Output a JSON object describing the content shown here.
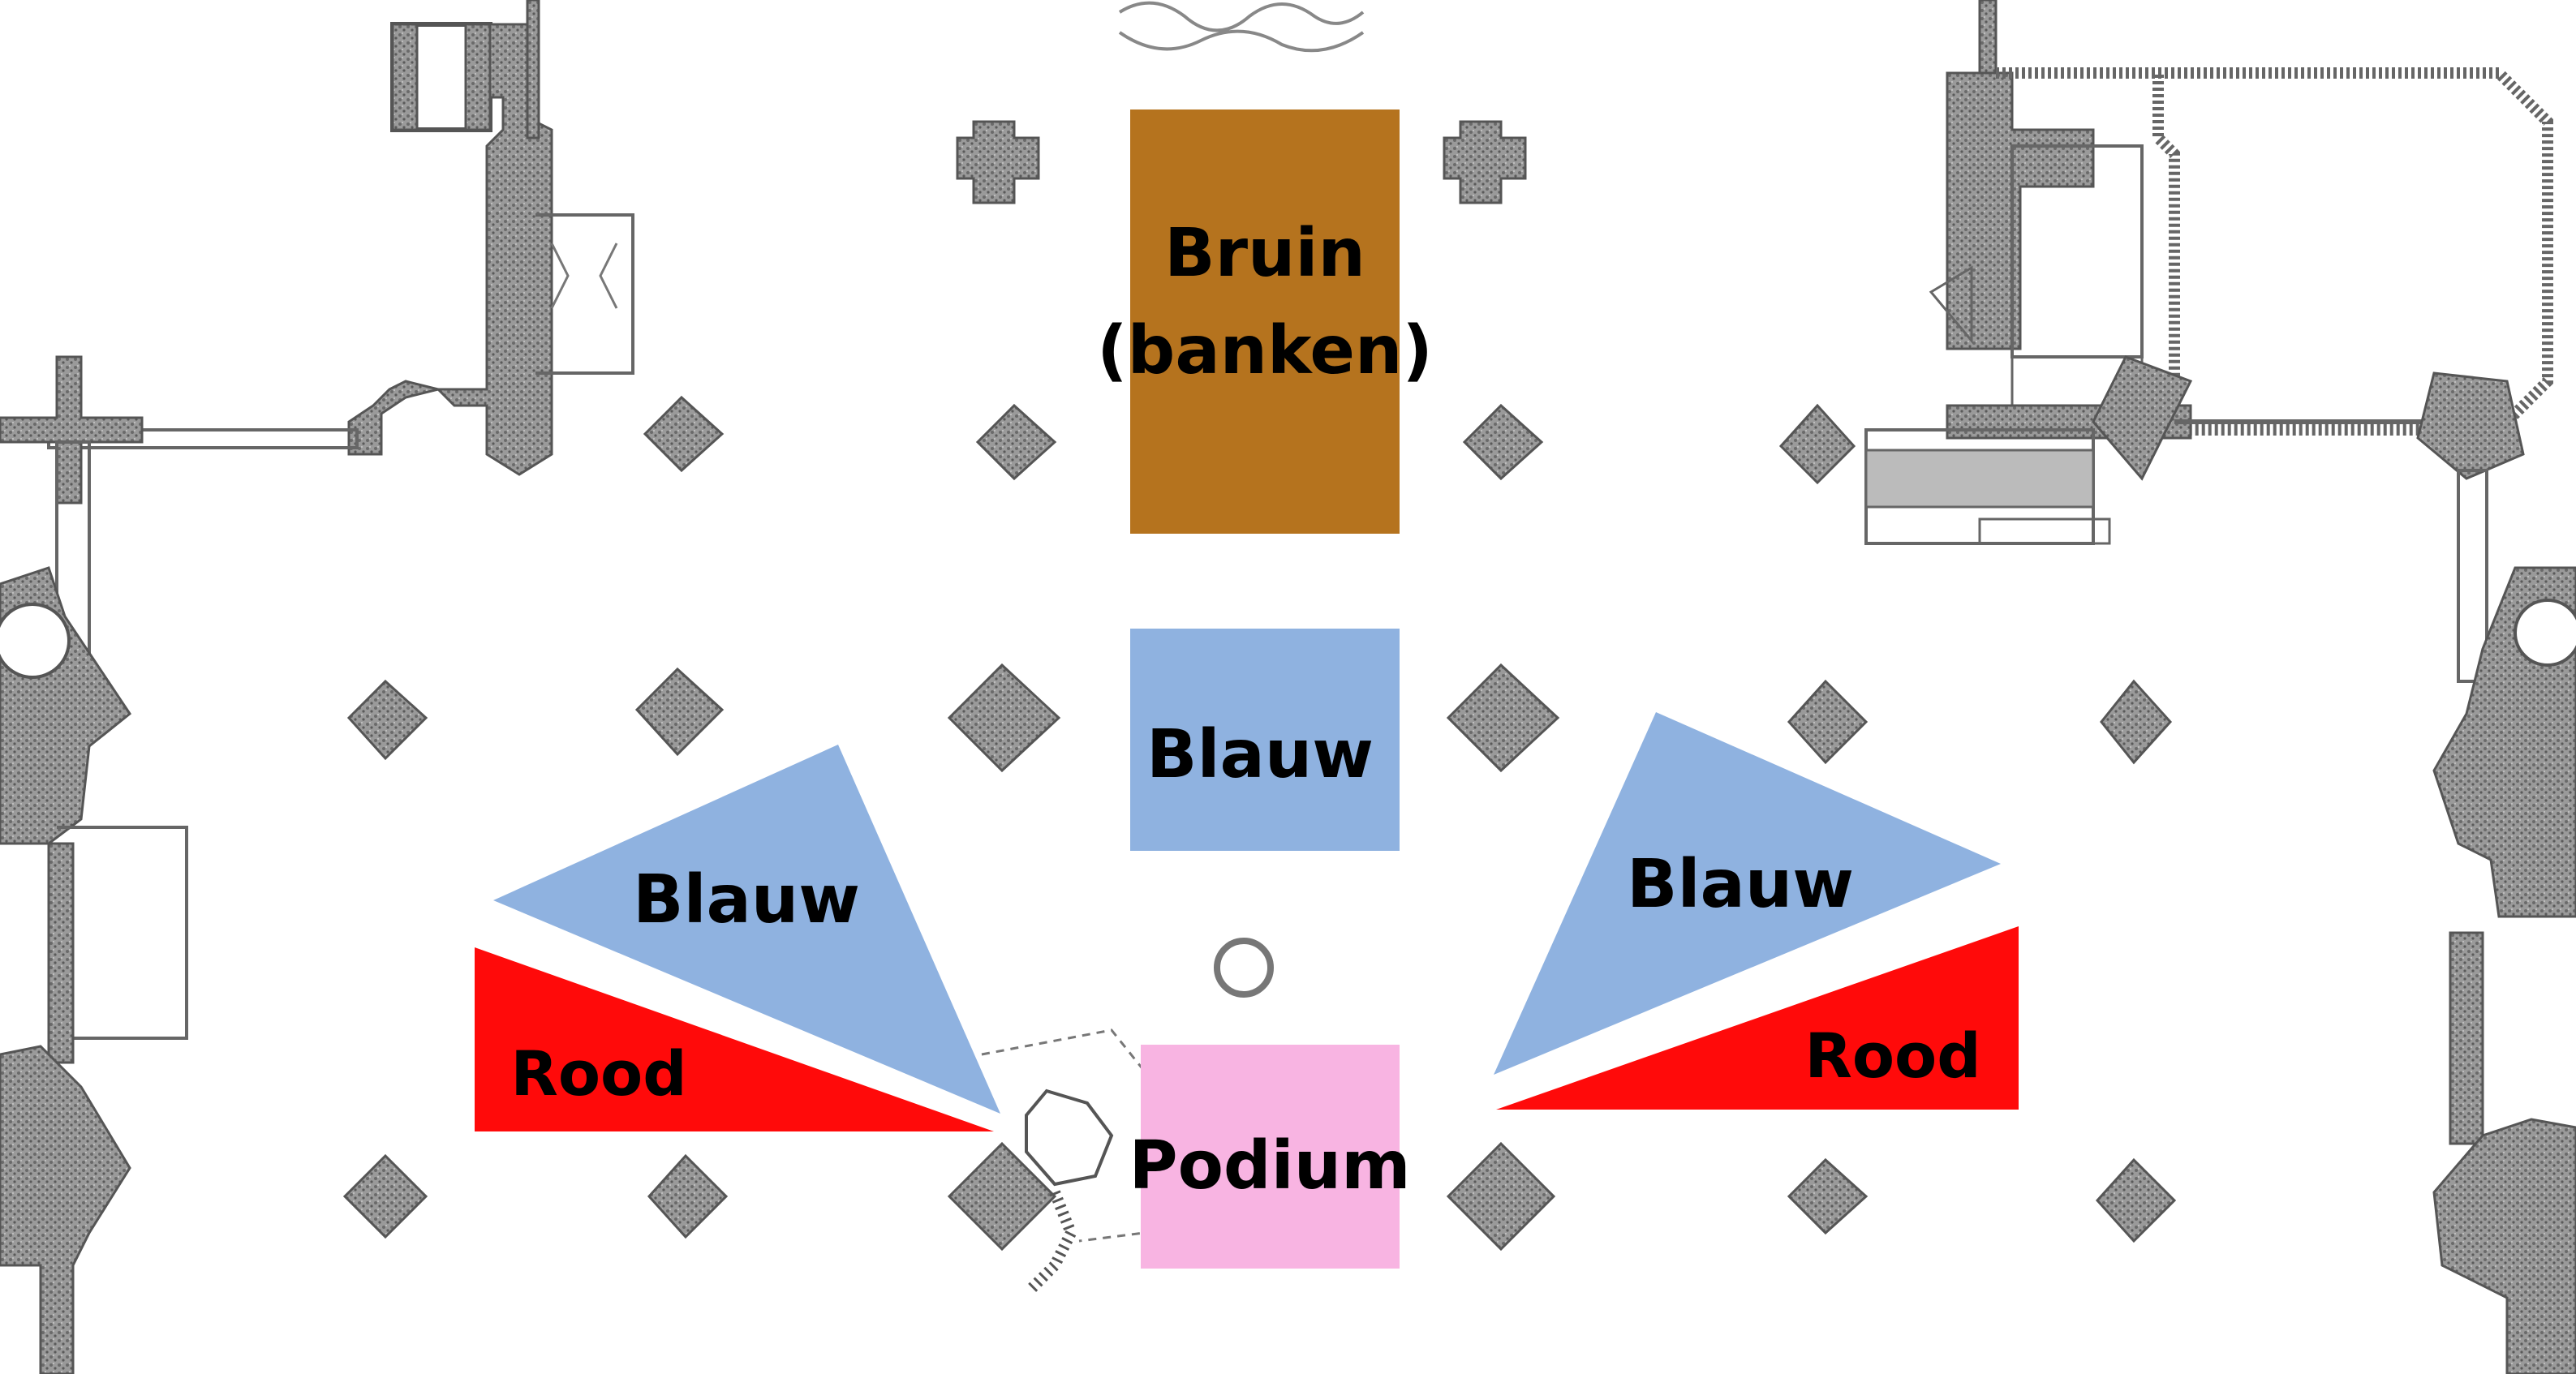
{
  "zones": {
    "brown_banks": {
      "line1": "Bruin",
      "line2": "(banken)",
      "color": "#B5731E"
    },
    "blue_center": {
      "label": "Blauw",
      "color": "#8FB2E0"
    },
    "blue_left": {
      "label": "Blauw",
      "color": "#8FB2E0"
    },
    "blue_right": {
      "label": "Blauw",
      "color": "#8FB2E0"
    },
    "red_left": {
      "label": "Rood",
      "color": "#FF0A0A"
    },
    "red_right": {
      "label": "Rood",
      "color": "#FF0A0A"
    },
    "podium": {
      "label": "Podium",
      "color": "#F8B4E2"
    }
  },
  "background": {
    "description_icon": "church-floor-plan",
    "wall_color": "#8a8a8a",
    "line_color": "#555555"
  }
}
